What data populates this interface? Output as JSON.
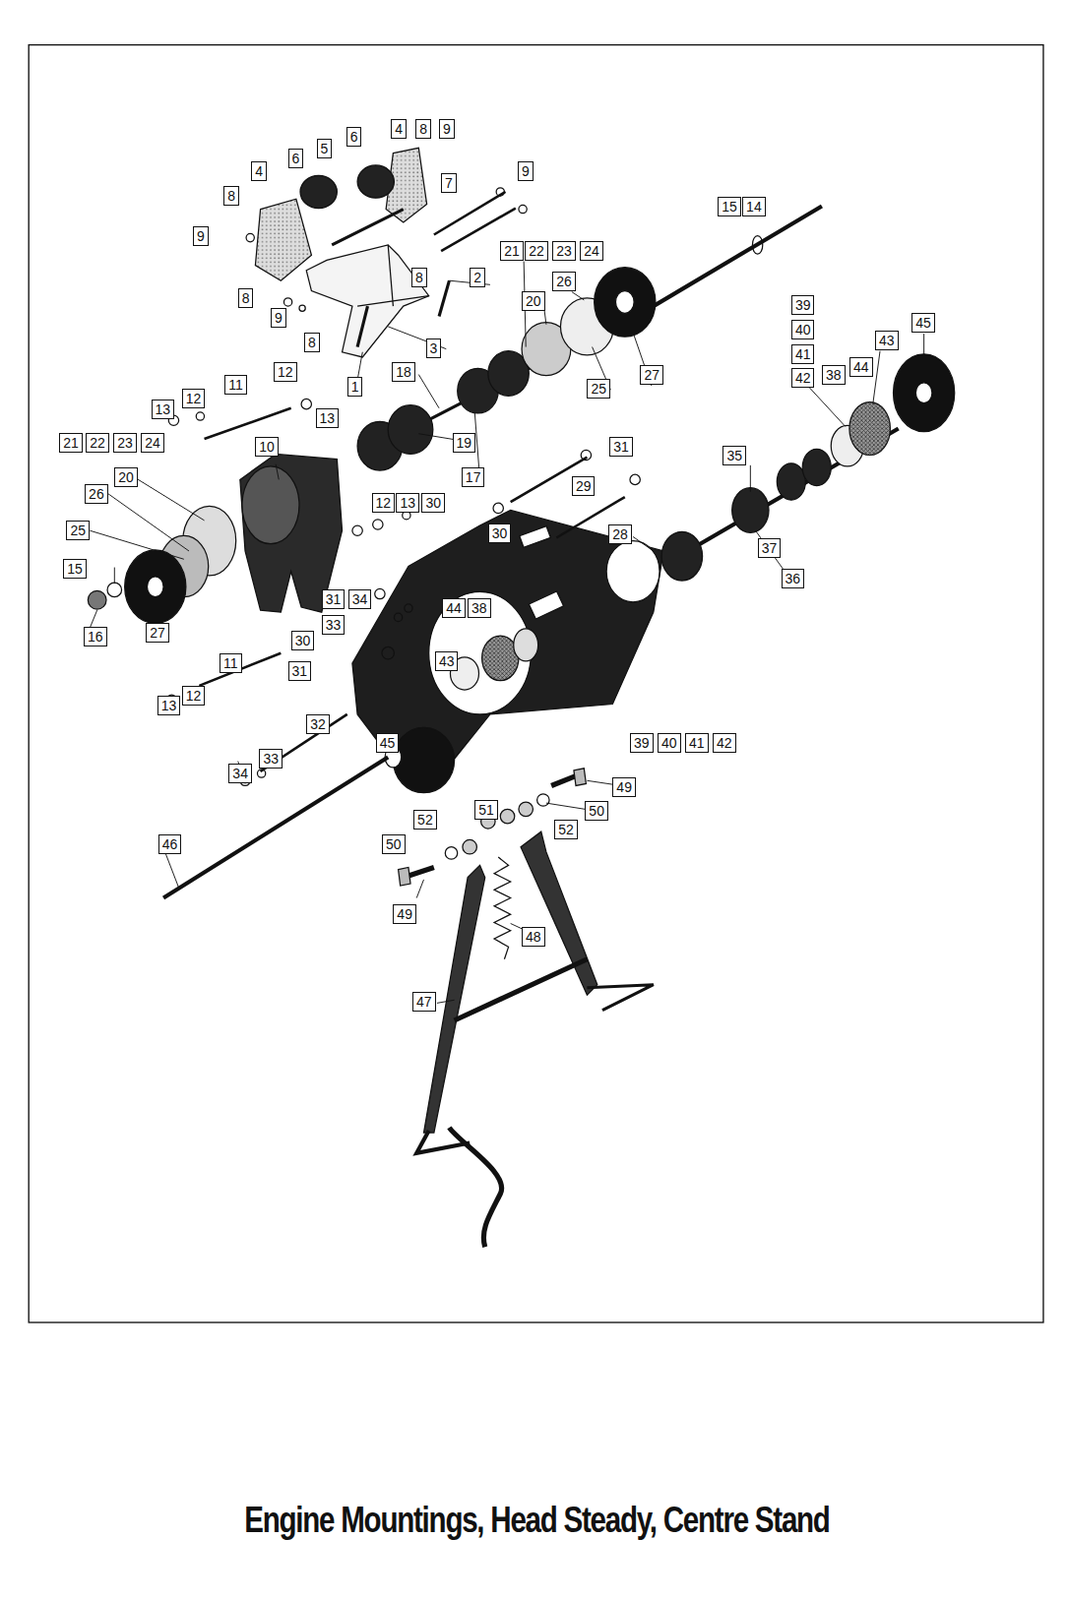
{
  "diagram": {
    "title": "Engine Mountings, Head Steady, Centre Stand",
    "labels": [
      "4",
      "8",
      "9",
      "6",
      "5",
      "6",
      "4",
      "7",
      "9",
      "15",
      "14",
      "8",
      "9",
      "21",
      "22",
      "23",
      "24",
      "2",
      "8",
      "26",
      "20",
      "8",
      "9",
      "8",
      "3",
      "1",
      "39",
      "40",
      "41",
      "42",
      "45",
      "43",
      "38",
      "44",
      "27",
      "25",
      "18",
      "12",
      "11",
      "12",
      "13",
      "13",
      "21",
      "22",
      "23",
      "24",
      "19",
      "17",
      "10",
      "35",
      "31",
      "20",
      "26",
      "29",
      "12",
      "13",
      "30",
      "25",
      "28",
      "30",
      "37",
      "36",
      "15",
      "16",
      "27",
      "31",
      "34",
      "33",
      "44",
      "38",
      "30",
      "11",
      "43",
      "31",
      "13",
      "12",
      "39",
      "40",
      "41",
      "42",
      "32",
      "45",
      "34",
      "33",
      "49",
      "51",
      "52",
      "50",
      "52",
      "50",
      "46",
      "49",
      "48",
      "47"
    ]
  }
}
